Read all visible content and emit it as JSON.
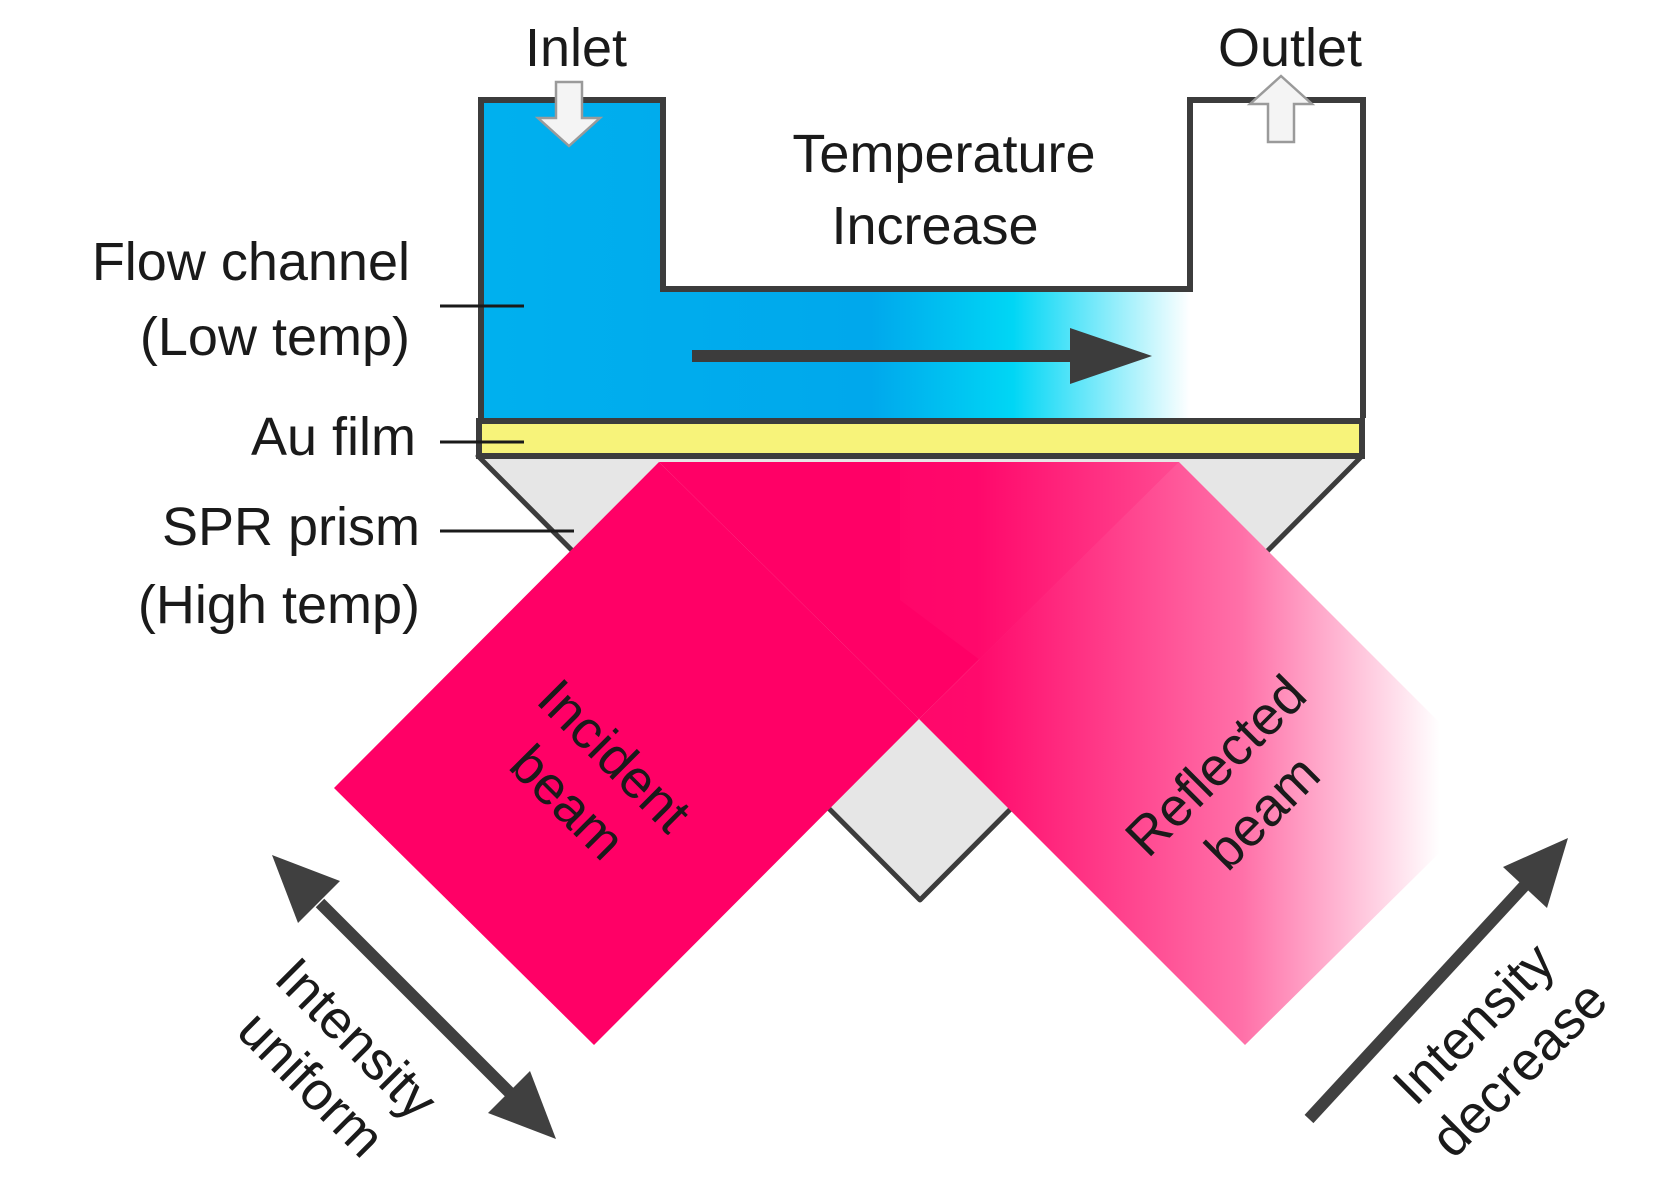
{
  "labels": {
    "inlet": "Inlet",
    "outlet": "Outlet",
    "temperature_line1": "Temperature",
    "temperature_line2": "Increase",
    "flow_channel_line1": "Flow channel",
    "flow_channel_line2": "(Low temp)",
    "au_film": "Au film",
    "spr_prism_line1": "SPR prism",
    "spr_prism_line2": "(High temp)",
    "incident_line1": "Incident",
    "incident_line2": "beam",
    "reflected_line1": "Reflected",
    "reflected_line2": "beam",
    "uniform_line1": "Intensity",
    "uniform_line2": "uniform",
    "decrease_line1": "Intensity",
    "decrease_line2": "decrease"
  },
  "colors": {
    "water": "#00b0ee",
    "water_light": "#00d6f5",
    "au_film": "#f7f37a",
    "prism": "#e6e6e6",
    "beam": "#ff0066",
    "outline": "#3c3c3c",
    "arrow": "#404040"
  }
}
